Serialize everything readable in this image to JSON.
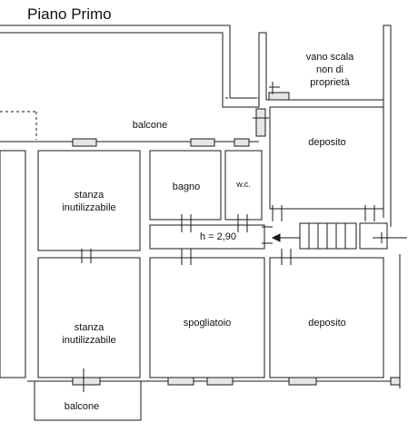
{
  "title": "Piano Primo",
  "rooms": {
    "vano_scala": [
      "vano scala",
      "non di",
      "proprietà"
    ],
    "balcone_top": "balcone",
    "deposito_top": "deposito",
    "bagno": "bagno",
    "wc": "w.c.",
    "stanza_top": [
      "stanza",
      "inutilizzabile"
    ],
    "corridor_height": "h = 2,90",
    "stanza_bottom": [
      "stanza",
      "inutilizzabile"
    ],
    "spogliatoio": "spogliatoio",
    "deposito_bottom": "deposito",
    "balcone_bottom": "balcone"
  },
  "colors": {
    "wall": "#6e6e6e",
    "line": "#1a1a1a",
    "fill": "#e6e6e6"
  }
}
